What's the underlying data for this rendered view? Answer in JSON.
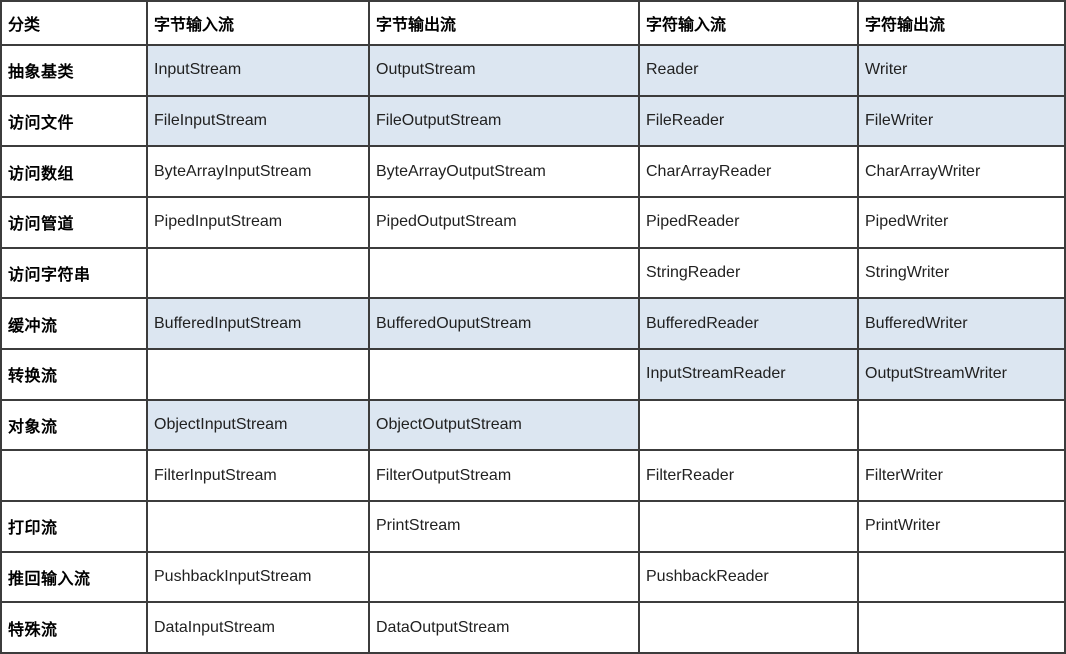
{
  "table": {
    "title_semantic": "java-io-stream-classification-table",
    "highlight_color": "#dce6f1",
    "border_color": "#3c3c3c",
    "text_color": "#212121",
    "columns": [
      "分类",
      "字节输入流",
      "字节输出流",
      "字符输入流",
      "字符输出流"
    ],
    "rows": [
      {
        "category": "抽象基类",
        "cells": [
          "InputStream",
          "OutputStream",
          "Reader",
          "Writer"
        ],
        "highlighted": [
          true,
          true,
          true,
          true
        ]
      },
      {
        "category": "访问文件",
        "cells": [
          "FileInputStream",
          "FileOutputStream",
          "FileReader",
          "FileWriter"
        ],
        "highlighted": [
          true,
          true,
          true,
          true
        ]
      },
      {
        "category": "访问数组",
        "cells": [
          "ByteArrayInputStream",
          "ByteArrayOutputStream",
          "CharArrayReader",
          "CharArrayWriter"
        ],
        "highlighted": [
          false,
          false,
          false,
          false
        ]
      },
      {
        "category": "访问管道",
        "cells": [
          "PipedInputStream",
          "PipedOutputStream",
          "PipedReader",
          "PipedWriter"
        ],
        "highlighted": [
          false,
          false,
          false,
          false
        ]
      },
      {
        "category": "访问字符串",
        "cells": [
          "",
          "",
          "StringReader",
          "StringWriter"
        ],
        "highlighted": [
          false,
          false,
          false,
          false
        ]
      },
      {
        "category": "缓冲流",
        "cells": [
          "BufferedInputStream",
          "BufferedOuputStream",
          "BufferedReader",
          "BufferedWriter"
        ],
        "highlighted": [
          true,
          true,
          true,
          true
        ]
      },
      {
        "category": "转换流",
        "cells": [
          "",
          "",
          "InputStreamReader",
          "OutputStreamWriter"
        ],
        "highlighted": [
          false,
          false,
          true,
          true
        ]
      },
      {
        "category": "对象流",
        "cells": [
          "ObjectInputStream",
          "ObjectOutputStream",
          "",
          ""
        ],
        "highlighted": [
          true,
          true,
          false,
          false
        ]
      },
      {
        "category": "",
        "cells": [
          "FilterInputStream",
          "FilterOutputStream",
          "FilterReader",
          "FilterWriter"
        ],
        "highlighted": [
          false,
          false,
          false,
          false
        ]
      },
      {
        "category": "打印流",
        "cells": [
          "",
          "PrintStream",
          "",
          "PrintWriter"
        ],
        "highlighted": [
          false,
          false,
          false,
          false
        ]
      },
      {
        "category": "推回输入流",
        "cells": [
          "PushbackInputStream",
          "",
          "PushbackReader",
          ""
        ],
        "highlighted": [
          false,
          false,
          false,
          false
        ]
      },
      {
        "category": "特殊流",
        "cells": [
          "DataInputStream",
          "DataOutputStream",
          "",
          ""
        ],
        "highlighted": [
          false,
          false,
          false,
          false
        ]
      }
    ]
  }
}
